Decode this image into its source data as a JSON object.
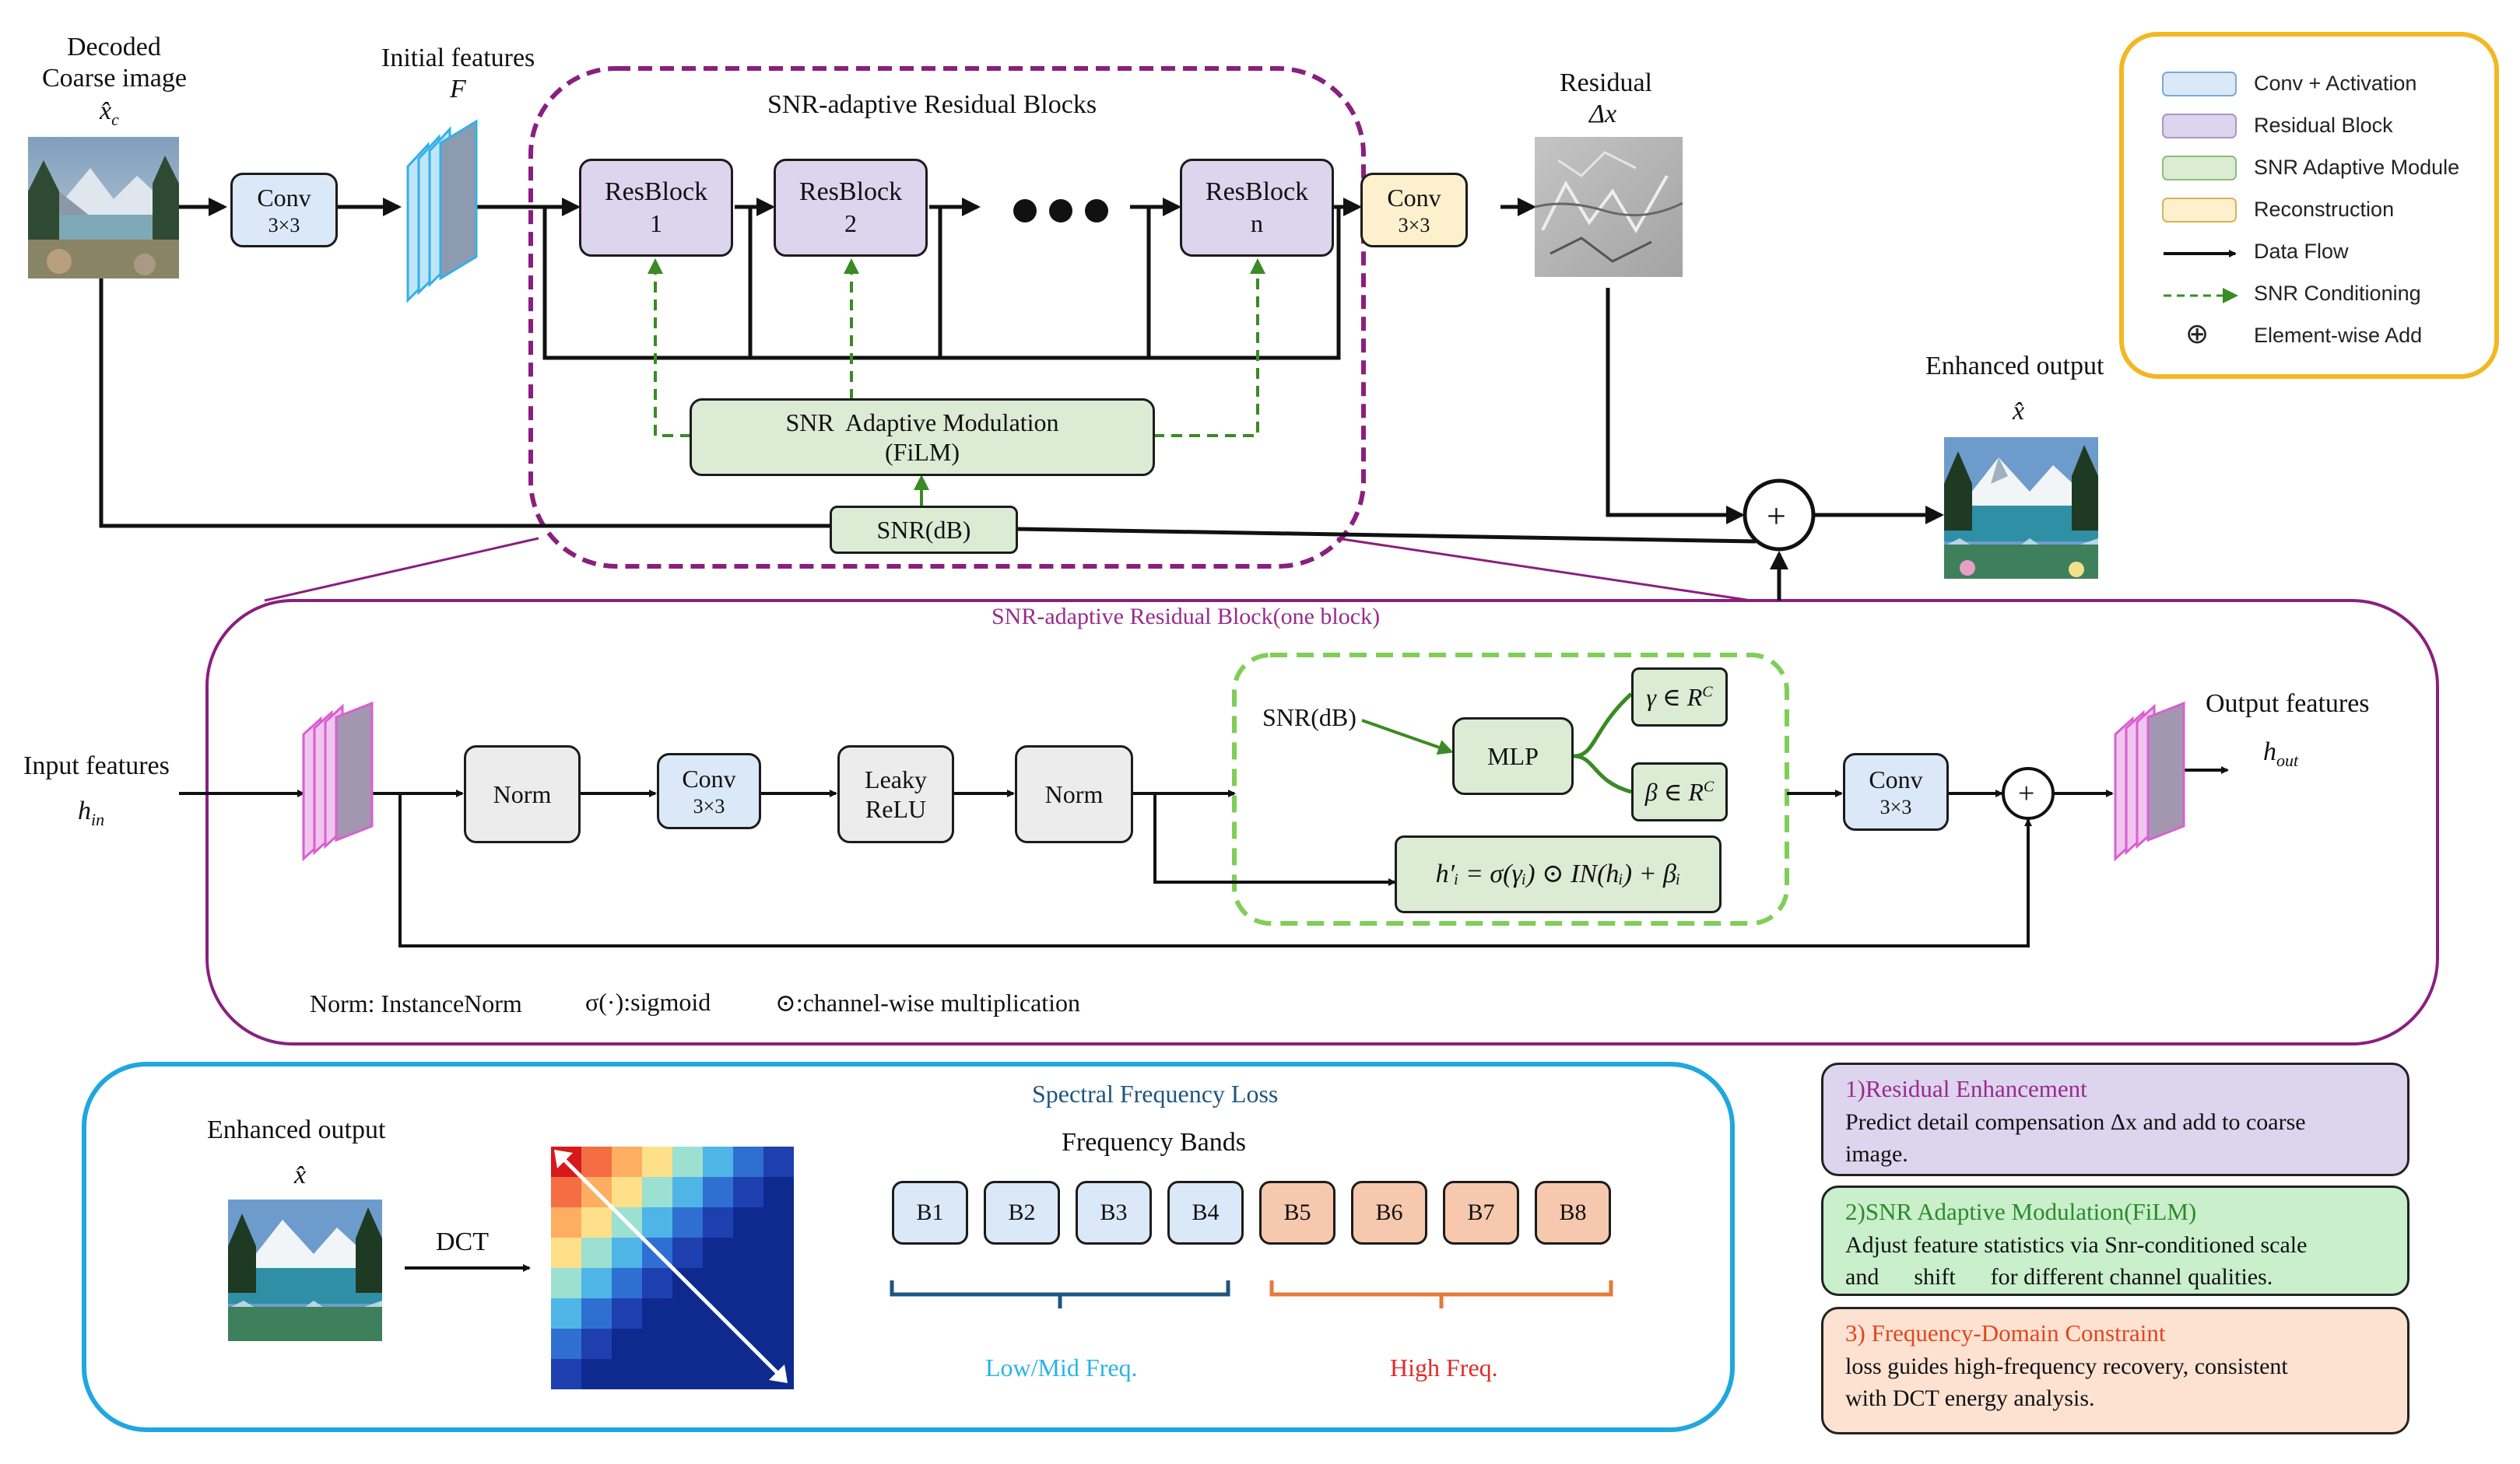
{
  "colors": {
    "purple_frame": "#8a1f7e",
    "cyan_frame": "#1fa7e0",
    "orange_frame": "#f2b823",
    "snr_green": "#3a8a25",
    "film_green": "#7fce58"
  },
  "top": {
    "decoded_label_1": "Decoded",
    "decoded_label_2": "Coarse image",
    "decoded_symbol": "x̂",
    "decoded_sub": "c",
    "conv_label": "Conv",
    "conv_kernel": "3×3",
    "initial_features_label": "Initial features",
    "initial_features_symbol": "F",
    "snr_blocks_title": "SNR-adaptive Residual Blocks",
    "resblocks": [
      {
        "name": "ResBlock",
        "index": "1"
      },
      {
        "name": "ResBlock",
        "index": "2"
      },
      {
        "name": "ResBlock",
        "index": "n"
      }
    ],
    "recon_conv_label": "Conv",
    "recon_conv_kernel": "3×3",
    "residual_label": "Residual",
    "residual_symbol": "Δx",
    "film_line1": "SNR  Adaptive Modulation",
    "film_line2": "(FiLM)",
    "snr_db": "SNR(dB)",
    "enhanced_output_label": "Enhanced output",
    "enhanced_output_symbol": "x̂",
    "plus_symbol": "+"
  },
  "legend": {
    "items": [
      {
        "label": "Conv + Activation",
        "color": "#dbe8f7"
      },
      {
        "label": "Residual Block",
        "color": "#ddd4ee"
      },
      {
        "label": "SNR Adaptive Module",
        "color": "#dcebd4"
      },
      {
        "label": "Reconstruction",
        "color": "#fdf0cc"
      },
      {
        "label": "Data Flow"
      },
      {
        "label": "SNR Conditioning"
      },
      {
        "label": "Element-wise Add"
      }
    ],
    "add_symbol": "⊕"
  },
  "block": {
    "title": "SNR-adaptive Residual Block(one block)",
    "input_label": "Input features",
    "input_symbol": "h",
    "input_sub": "in",
    "norm1": "Norm",
    "conv1": "Conv",
    "conv1_kernel": "3×3",
    "leaky_1": "Leaky",
    "leaky_2": "ReLU",
    "norm2": "Norm",
    "snr_db": "SNR(dB)",
    "mlp": "MLP",
    "gamma": "γ ∈ R",
    "beta": "β ∈ R",
    "sup_c": "C",
    "film_formula": "h′ᵢ = σ(γᵢ) ⊙ IN(hᵢ) + βᵢ",
    "conv2": "Conv",
    "conv2_kernel": "3×3",
    "output_label": "Output features",
    "output_symbol": "h",
    "output_sub": "out",
    "note_norm": "Norm: InstanceNorm",
    "note_sigma": "σ(·):sigmoid",
    "note_odot": "⊙:channel-wise multiplication",
    "plus_symbol": "+"
  },
  "spectral": {
    "title": "Spectral Frequency Loss",
    "enhanced_output_label": "Enhanced output",
    "enhanced_output_symbol": "x̂",
    "dct_label": "DCT",
    "bands_title": "Frequency Bands",
    "bands_low": [
      "B1",
      "B2",
      "B3",
      "B4"
    ],
    "bands_high": [
      "B5",
      "B6",
      "B7",
      "B8"
    ],
    "low_label": "Low/Mid Freq.",
    "high_label": "High Freq."
  },
  "info": [
    {
      "heading": "1)Residual Enhancement",
      "text_1": "Predict detail compensation Δx and add to coarse",
      "text_2": "image.",
      "heading_color": "#9a2a8e",
      "bg": "#ddd4ee"
    },
    {
      "heading": "2)SNR Adaptive Modulation(FiLM)",
      "text_1": "Adjust feature statistics via Snr-conditioned scale",
      "text_2": "and      shift      for different channel qualities.",
      "heading_color": "#2c8a2c",
      "bg": "#c9efcb"
    },
    {
      "heading": "3) Frequency-Domain Constraint",
      "text_1": "loss guides high-frequency recovery, consistent",
      "text_2": "with DCT energy analysis.",
      "heading_color": "#e2461c",
      "bg": "#fde2d2"
    }
  ]
}
